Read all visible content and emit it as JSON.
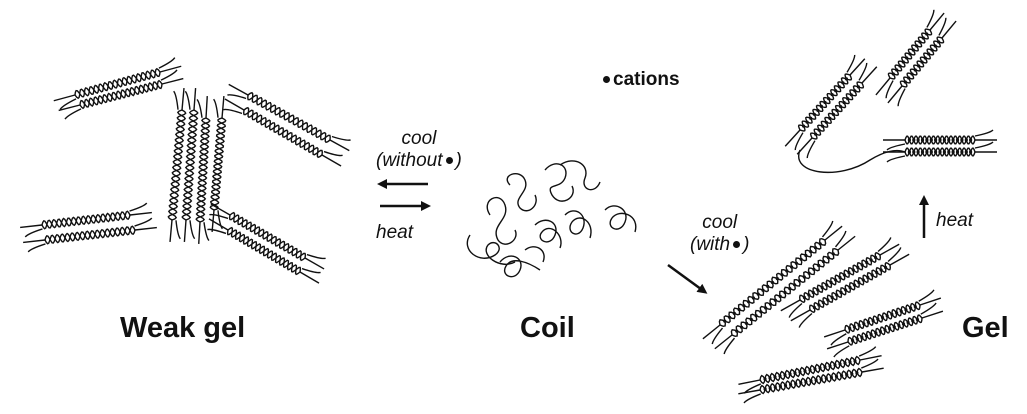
{
  "states": {
    "weak_gel": "Weak gel",
    "coil": "Coil",
    "gel": "Gel"
  },
  "legend": {
    "cations": "cations"
  },
  "transitions": {
    "cool_without_1": "cool",
    "cool_without_2": "(without",
    "cool_without_3": ")",
    "heat_left": "heat",
    "cool_with_1": "cool",
    "cool_with_2": "(with",
    "cool_with_3": ")",
    "heat_right": "heat"
  }
}
